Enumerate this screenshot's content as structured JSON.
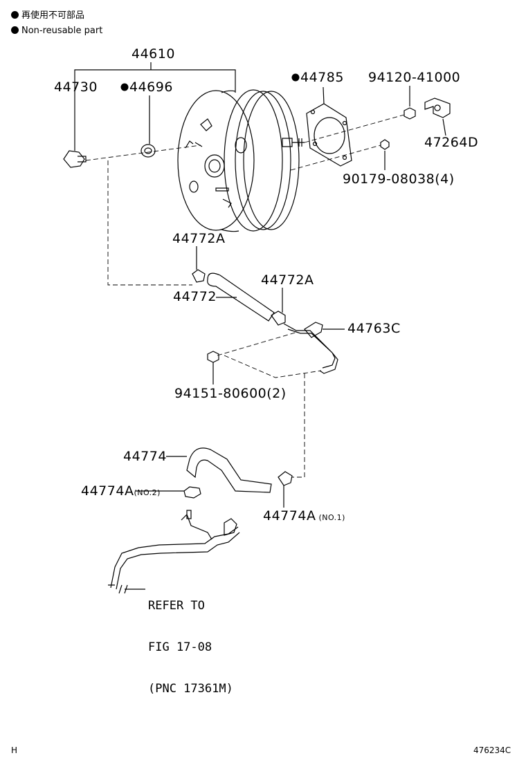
{
  "legend": [
    {
      "text": "再使用不可部品"
    },
    {
      "text": "Non-reusable part"
    }
  ],
  "parts": {
    "p44610": "44610",
    "p44730": "44730",
    "p44696": "44696",
    "p44785": "44785",
    "p94120": "94120-41000",
    "p47264": "47264D",
    "p90179": "90179-08038(4)",
    "p44772A_top": "44772A",
    "p44772A_right": "44772A",
    "p44772": "44772",
    "p44763": "44763C",
    "p94151": "94151-80600(2)",
    "p44774": "44774",
    "p44774A_no2": "44774A",
    "p44774A_no2_note": "(NO.2)",
    "p44774A_no1": "44774A",
    "p44774A_no1_note": "(NO.1)"
  },
  "reference": {
    "line1": "REFER TO",
    "line2": "FIG 17-08",
    "line3": "(PNC 17361M)"
  },
  "footer": {
    "left": "H",
    "right": "476234C"
  }
}
